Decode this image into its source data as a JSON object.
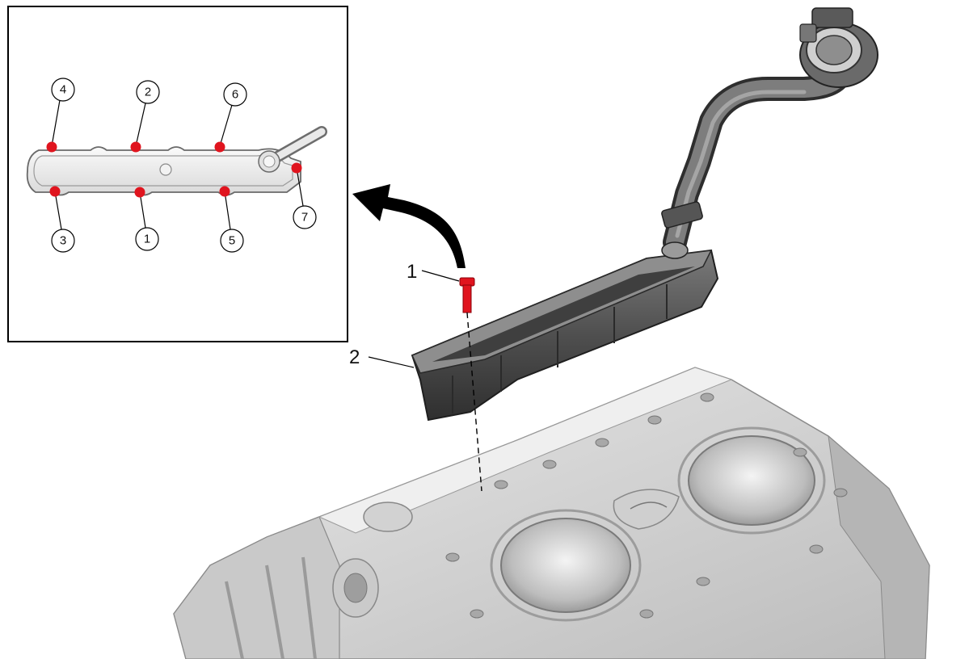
{
  "diagram": {
    "callout_labels": {
      "bolt": "1",
      "housing": "2"
    },
    "inset": {
      "sequence": [
        "1",
        "2",
        "3",
        "4",
        "5",
        "6",
        "7"
      ]
    },
    "colors": {
      "bolt_marker": "#e0141e",
      "outline": "#000000",
      "housing": "#5e5e5e",
      "block": "#d6d6d6"
    }
  }
}
